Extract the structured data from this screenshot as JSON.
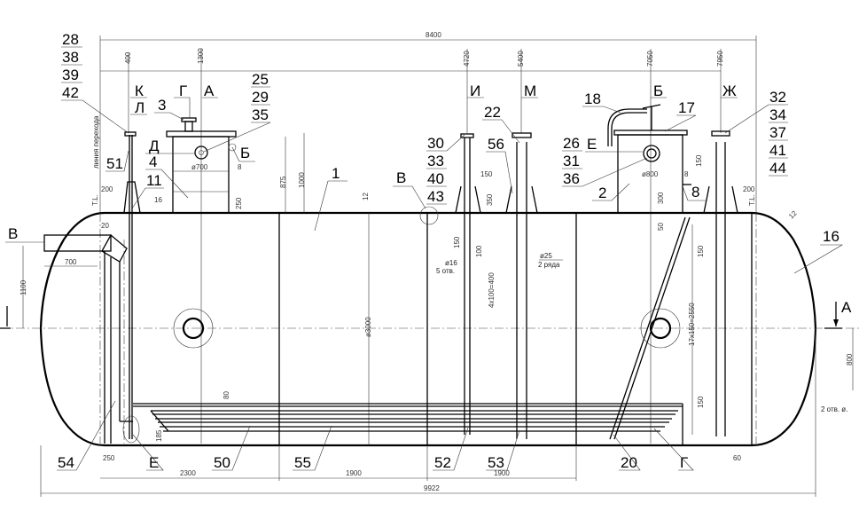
{
  "drawing": {
    "dimensions_top": {
      "overall": "8400",
      "d400": "400",
      "d1300": "1300",
      "d4720": "4720",
      "d5400": "5400",
      "d7050": "7050",
      "d7950": "7950"
    },
    "dimensions_bottom": {
      "d2300": "2300",
      "d1900a": "1900",
      "d1900b": "1900",
      "d9922": "9922",
      "d250": "250",
      "d60": "60"
    },
    "dimensions_misc": {
      "d875": "875",
      "d1000": "1000",
      "d250v": "250",
      "d16": "16",
      "d700dia": "ø700",
      "d8a": "8",
      "d200l": "200",
      "tl_left": "T.L.",
      "d20": "20",
      "d12": "12",
      "d800dia": "ø800",
      "d150v": "150",
      "d300": "300",
      "d50": "50",
      "d150h": "150",
      "d350": "350",
      "d200r": "200",
      "tl_right": "T.L.",
      "d12r": "12",
      "d8b": "8",
      "d700": "700",
      "d1100": "1100",
      "d3000": "ø3000",
      "d80": "80",
      "d185": "185",
      "d150a": "150",
      "d100": "100",
      "hole16": "ø16",
      "hole16_count": "5 отв.",
      "pitch400": "4x100=400",
      "hole25": "ø25",
      "hole25_rows": "2 ряда",
      "pitch2550": "17x150=2550",
      "d150b": "150",
      "d150c": "150",
      "d800": "800",
      "holes2": "2 отв. ø.",
      "transition_line": "линия перехода"
    },
    "callouts": {
      "stack_left": [
        "28",
        "38",
        "39",
        "42"
      ],
      "stack_manhole_left": [
        "25",
        "29",
        "35"
      ],
      "stack_pipe_i": [
        "30",
        "33",
        "40",
        "43"
      ],
      "stack_manhole_right": [
        "26",
        "31",
        "36"
      ],
      "stack_right": [
        "32",
        "34",
        "37",
        "41",
        "44"
      ],
      "K": "К",
      "L": "Л",
      "G": "Г",
      "A": "А",
      "n3": "3",
      "D": "Д",
      "n4": "4",
      "B_top": "Б",
      "n11": "11",
      "n51": "51",
      "n1": "1",
      "V_top": "В",
      "I": "И",
      "M": "М",
      "n22": "22",
      "n56": "56",
      "n18": "18",
      "B_right": "Б",
      "n17": "17",
      "E_top": "Е",
      "n2": "2",
      "n8": "8",
      "Zh": "Ж",
      "n16": "16",
      "sectionA_right": "А",
      "V_left": "В",
      "n54": "54",
      "E_bottom": "Е",
      "n50": "50",
      "n55": "55",
      "n52": "52",
      "n53": "53",
      "n20": "20",
      "G_bottom": "Г"
    }
  }
}
